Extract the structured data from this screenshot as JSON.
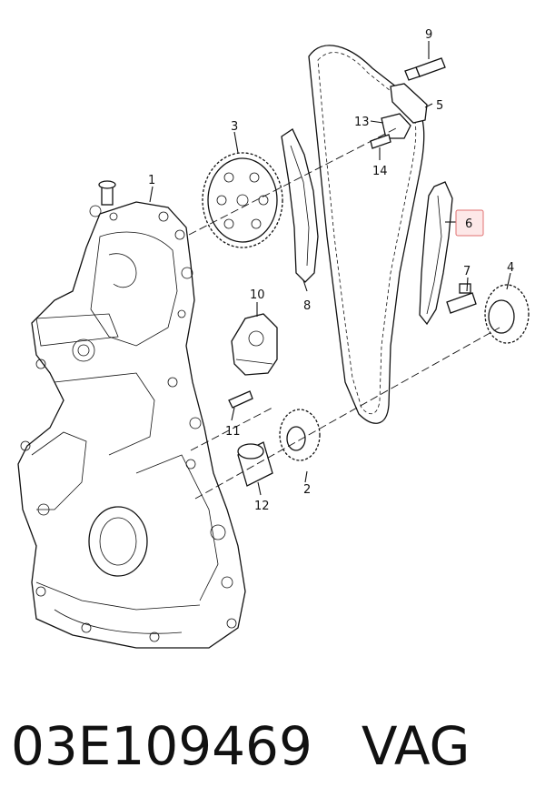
{
  "callouts": [
    {
      "id": "1",
      "label": "1"
    },
    {
      "id": "2",
      "label": "2"
    },
    {
      "id": "3",
      "label": "3"
    },
    {
      "id": "4",
      "label": "4"
    },
    {
      "id": "5",
      "label": "5"
    },
    {
      "id": "6",
      "label": "6"
    },
    {
      "id": "7",
      "label": "7"
    },
    {
      "id": "8",
      "label": "8"
    },
    {
      "id": "9",
      "label": "9"
    },
    {
      "id": "10",
      "label": "10"
    },
    {
      "id": "11",
      "label": "11"
    },
    {
      "id": "12",
      "label": "12"
    },
    {
      "id": "13",
      "label": "13"
    },
    {
      "id": "14",
      "label": "14"
    }
  ],
  "highlighted_callout": "6",
  "highlight_color": "#e07070",
  "footer": {
    "part_number": "03E109469",
    "brand": "VAG"
  }
}
